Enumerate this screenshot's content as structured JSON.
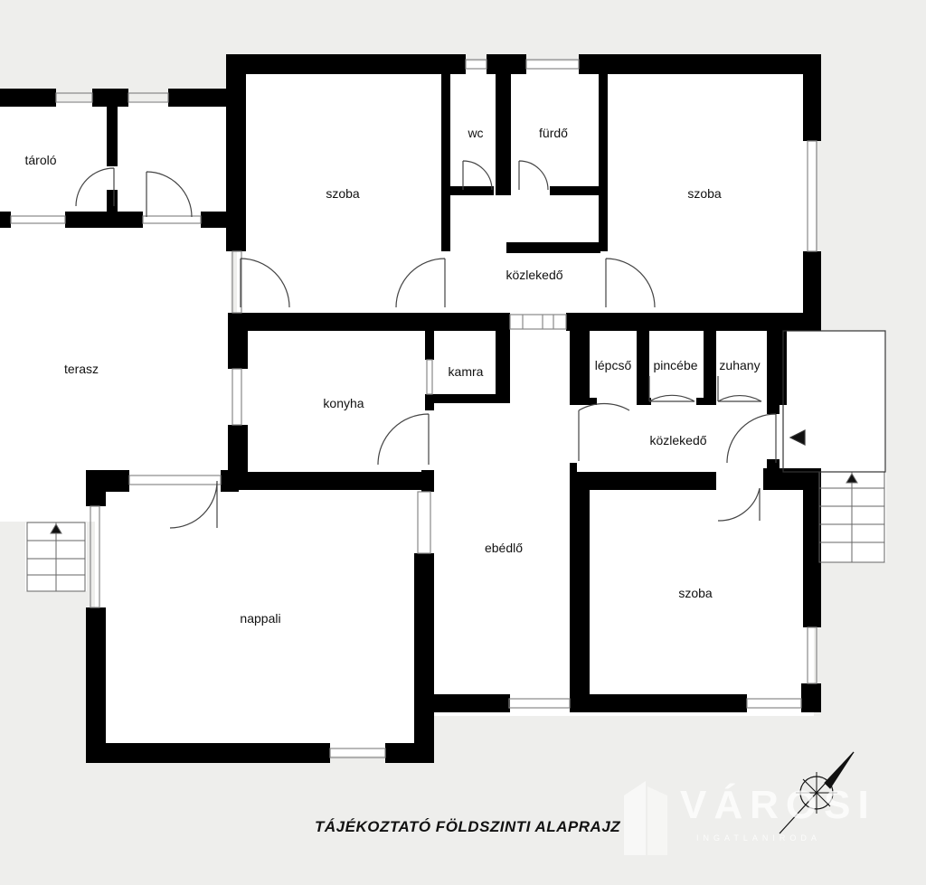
{
  "plan": {
    "title": "TÁJÉKOZTATÓ FÖLDSZINTI ALAPRAJZ",
    "rooms": [
      {
        "id": "taroló",
        "label": "tároló"
      },
      {
        "id": "szoba-1",
        "label": "szoba"
      },
      {
        "id": "wc",
        "label": "wc"
      },
      {
        "id": "furdo",
        "label": "fürdő"
      },
      {
        "id": "szoba-2",
        "label": "szoba"
      },
      {
        "id": "kozlekedo-1",
        "label": "közlekedő"
      },
      {
        "id": "terasz",
        "label": "terasz"
      },
      {
        "id": "kamra",
        "label": "kamra"
      },
      {
        "id": "konyha",
        "label": "konyha"
      },
      {
        "id": "lepcso",
        "label": "lépcső"
      },
      {
        "id": "pincebe",
        "label": "pincébe"
      },
      {
        "id": "zuhany",
        "label": "zuhany"
      },
      {
        "id": "kozlekedo-2",
        "label": "közlekedő"
      },
      {
        "id": "ebedlo",
        "label": "ebédlő"
      },
      {
        "id": "szoba-3",
        "label": "szoba"
      },
      {
        "id": "nappali",
        "label": "nappali"
      }
    ]
  },
  "watermark": {
    "name": "VÁROSI",
    "subtitle": "INGATLANIRODA",
    "logo_icon": "building-logo-icon",
    "compass_icon": "compass-rose-icon"
  },
  "colors": {
    "background": "#eeeeec",
    "floor": "#ffffff",
    "wall": "#000000"
  }
}
